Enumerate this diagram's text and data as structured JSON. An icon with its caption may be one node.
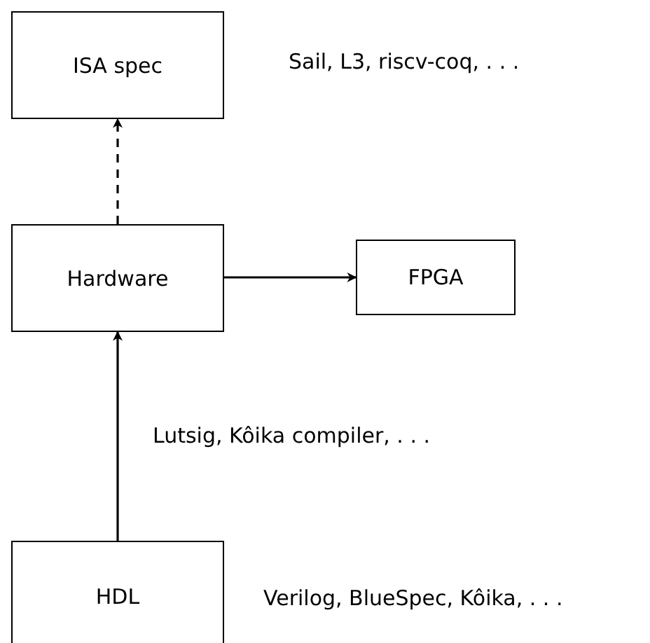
{
  "diagram": {
    "nodes": [
      {
        "text": [
          "ISA spec"
        ],
        "beside": [
          "Sail, L3, riscv-coq, . . ."
        ]
      },
      {
        "text": [
          "Hardware"
        ]
      },
      {
        "text": [
          "FPGA"
        ]
      },
      {
        "text": [
          "HDL"
        ],
        "beside": [
          "Verilog, BlueSpec, Kôika, . . ."
        ]
      }
    ],
    "edges": [
      {
        "from": 1,
        "to": 0,
        "arrow": "to",
        "style": "dashed"
      },
      {
        "from": 1,
        "to": 2,
        "arrow": "to"
      },
      {
        "from": 3,
        "to": 1,
        "arrow": "to",
        "label": "Lutsig, Kôika compiler, . . ."
      }
    ]
  }
}
